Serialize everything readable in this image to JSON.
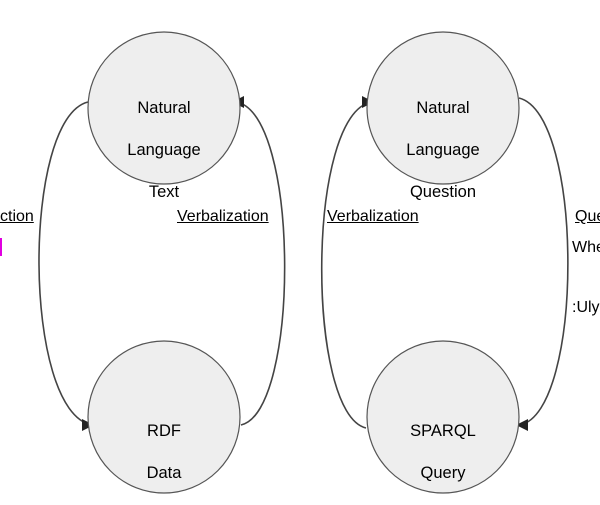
{
  "nodes": {
    "nl_text": [
      "Natural",
      "Language",
      "Text"
    ],
    "rdf_data": [
      "RDF",
      "Data"
    ],
    "nl_question": [
      "Natural",
      "Language",
      "Question"
    ],
    "sparql_query": [
      "SPARQL",
      "Query"
    ]
  },
  "labels": {
    "left_cut": "ction",
    "verbalization_left": "Verbalization",
    "verbalization_right": "Verbalization",
    "right_cut_top": "Que",
    "right_cut_mid": "Whe",
    "right_cut_bottom": ":Uly"
  },
  "colors": {
    "node_fill": "#eeeeee",
    "node_stroke": "#555555",
    "arrow": "#444444",
    "accent": "#e000e0"
  }
}
